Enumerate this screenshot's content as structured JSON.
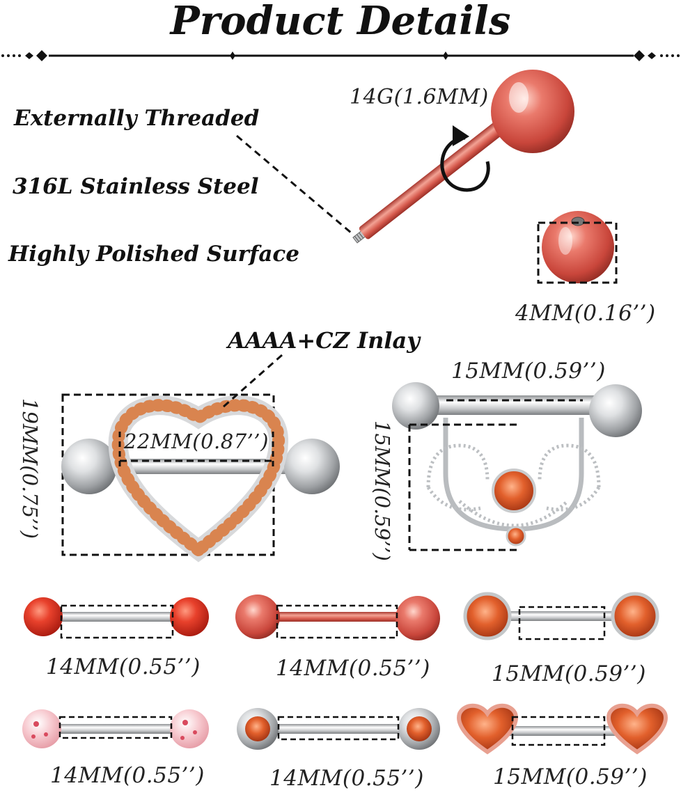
{
  "header": {
    "title": "Product Details"
  },
  "features": [
    "Externally Threaded",
    "316L Stainless Steel",
    "Highly Polished Surface"
  ],
  "specs": {
    "gauge": "14G(1.6MM)",
    "ball_size": "4MM(0.16’’)",
    "inlay": "AAAA+CZ  Inlay"
  },
  "heart_shield": {
    "width": "22MM(0.87’’)",
    "height": "19MM(0.75’’)"
  },
  "lace_shield": {
    "width": "15MM(0.59’’)",
    "height": "15MM(0.59’’)"
  },
  "barbells": [
    {
      "length": "14MM(0.55’’)",
      "end_style": "red-acrylic-ball"
    },
    {
      "length": "14MM(0.55’’)",
      "end_style": "rose-gold-ball"
    },
    {
      "length": "15MM(0.59’’)",
      "end_style": "prong-set-gem"
    },
    {
      "length": "14MM(0.55’’)",
      "end_style": "pink-splatter-ball"
    },
    {
      "length": "14MM(0.55’’)",
      "end_style": "bezel-gem"
    },
    {
      "length": "15MM(0.59’’)",
      "end_style": "heart-pave-gem"
    }
  ],
  "colors": {
    "rose_gold": "#d9665a",
    "red_acrylic": "#e33b2a",
    "gem_orange": "#d9632f",
    "steel": "#c9cbcd",
    "text": "#111111"
  }
}
